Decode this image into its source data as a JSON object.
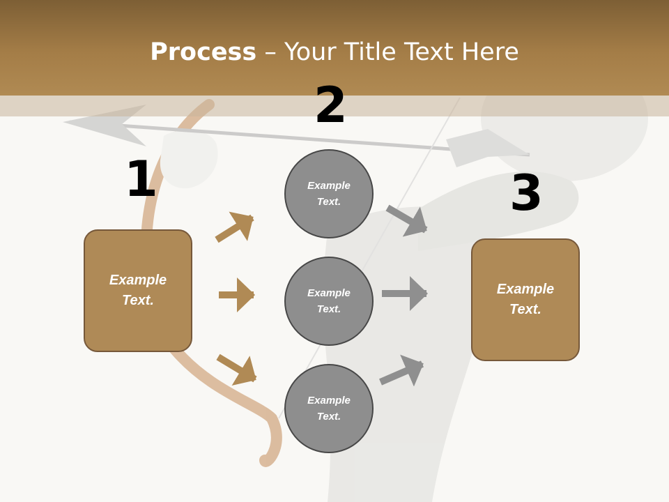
{
  "title": {
    "bold": "Process",
    "rest": " – Your Title Text Here"
  },
  "steps": {
    "one": "1",
    "two": "2",
    "three": "3"
  },
  "left_box": {
    "text": "Example Text."
  },
  "right_box": {
    "text": "Example Text."
  },
  "circles": [
    {
      "text": "Example Text."
    },
    {
      "text": "Example Text."
    },
    {
      "text": "Example Text."
    }
  ],
  "colors": {
    "header": "#a47d47",
    "box": "#af8a57",
    "box_border": "#76583a",
    "circle": "#8e8e8e",
    "circle_border": "#474747",
    "arrow_brown": "#b08a55",
    "arrow_gray": "#8f8f8f"
  }
}
